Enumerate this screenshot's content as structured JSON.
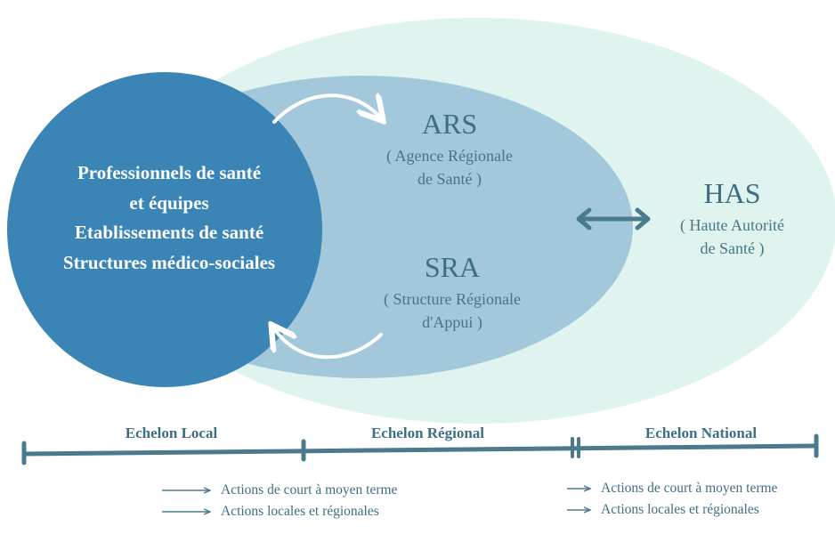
{
  "circle": {
    "lines": [
      "Professionnels de santé",
      "et équipes",
      "Etablissements de santé",
      "Structures médico-sociales"
    ]
  },
  "ars": {
    "acronym": "ARS",
    "name_line1": "( Agence Régionale",
    "name_line2": "de Santé )"
  },
  "sra": {
    "acronym": "SRA",
    "name_line1": "( Structure Régionale",
    "name_line2": "d'Appui )"
  },
  "has": {
    "acronym": "HAS",
    "name_line1": "( Haute Autorité",
    "name_line2": "de Santé )"
  },
  "timeline": {
    "levels": [
      "Echelon Local",
      "Echelon Régional",
      "Echelon National"
    ]
  },
  "legend_left": [
    "Actions de court à moyen terme",
    "Actions locales et régionales"
  ],
  "legend_right": [
    "Actions de court à moyen terme",
    "Actions locales et régionales"
  ],
  "colors": {
    "outer_ellipse": "#dff4ee",
    "middle_ellipse": "#a3c8dc",
    "circle": "#3a85b5",
    "text_dark": "#3f6e82",
    "timeline": "#4a7b8d"
  }
}
